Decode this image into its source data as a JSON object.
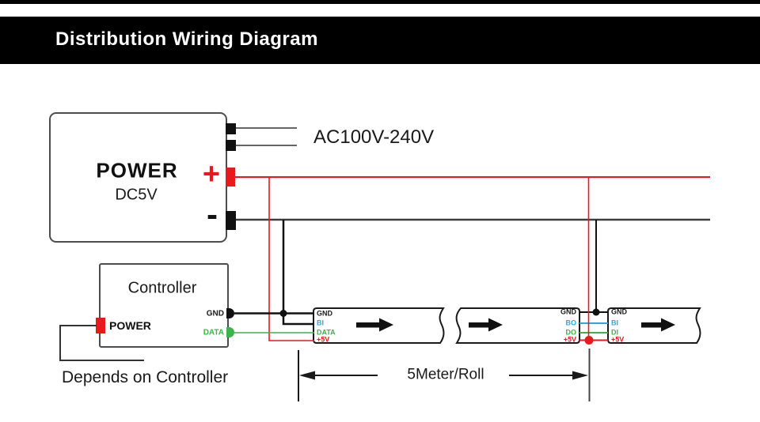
{
  "title_bar": {
    "title": "Distribution Wiring Diagram"
  },
  "power_supply": {
    "name": "POWER",
    "voltage": "DC5V",
    "plus_symbol": "+",
    "minus_symbol": "-",
    "ac_input_label": "AC100V-240V"
  },
  "controller": {
    "name": "Controller",
    "power_label": "POWER",
    "gnd_pin": "GND",
    "data_pin": "DATA",
    "note": "Depends on Controller"
  },
  "strips": {
    "segment1_pins": [
      "GND",
      "BI",
      "DATA",
      "+5V"
    ],
    "segment2_pins": [
      "GND",
      "BO",
      "DO",
      "+5V"
    ],
    "segment3_pins": [
      "GND",
      "BI",
      "DI",
      "+5V"
    ],
    "roll_length_label": "5Meter/Roll"
  },
  "colors": {
    "positive_wire": "#e8191c",
    "ground_wire": "#3f3f3f",
    "data_green": "#3ab54a",
    "data_blue": "#29abe2",
    "title_bg": "#000000",
    "title_text": "#ffffff"
  }
}
